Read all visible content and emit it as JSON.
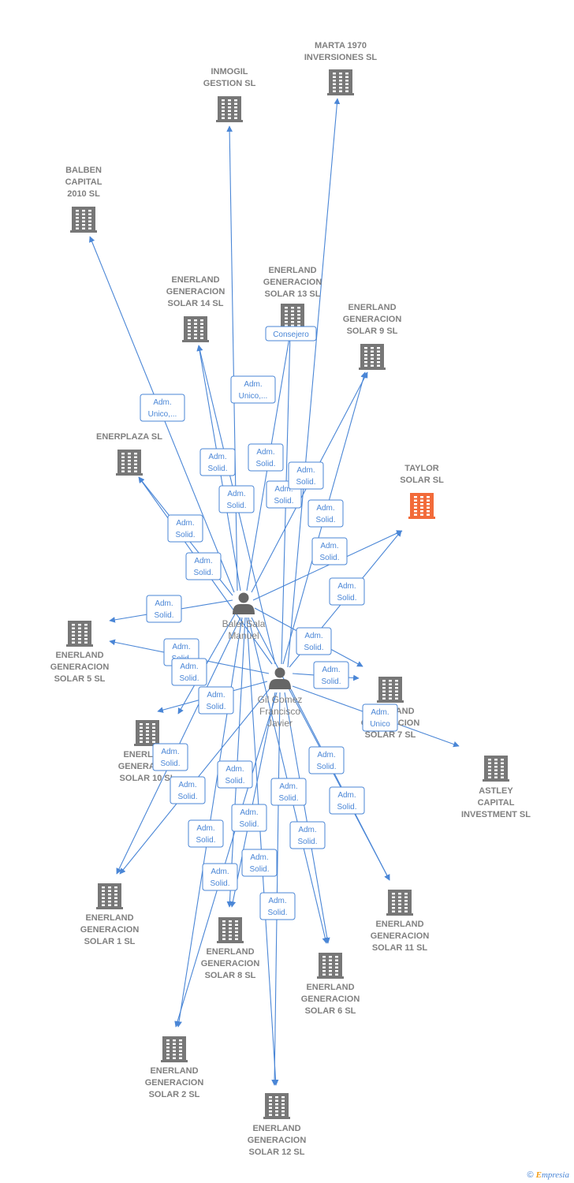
{
  "colors": {
    "edge": "#4a86d6",
    "building": "#777777",
    "building_highlight": "#f26b3a",
    "person": "#666666"
  },
  "persons": [
    {
      "id": "balet",
      "lines": [
        "Balet Sala",
        "Manuel"
      ]
    },
    {
      "id": "gil",
      "lines": [
        "Gil Gomez",
        "Francisco",
        "Javier"
      ]
    }
  ],
  "companies": [
    {
      "id": "marta",
      "lines": [
        "MARTA 1970",
        "INVERSIONES SL"
      ]
    },
    {
      "id": "inmogil",
      "lines": [
        "INMOGIL",
        "GESTION SL"
      ]
    },
    {
      "id": "balben",
      "lines": [
        "BALBEN",
        "CAPITAL",
        "2010 SL"
      ]
    },
    {
      "id": "s14",
      "lines": [
        "ENERLAND",
        "GENERACION",
        "SOLAR 14  SL"
      ]
    },
    {
      "id": "s13",
      "lines": [
        "ENERLAND",
        "GENERACION",
        "SOLAR 13  SL"
      ]
    },
    {
      "id": "s9",
      "lines": [
        "ENERLAND",
        "GENERACION",
        "SOLAR 9  SL"
      ]
    },
    {
      "id": "enerplaza",
      "lines": [
        "ENERPLAZA SL"
      ]
    },
    {
      "id": "taylor",
      "lines": [
        "TAYLOR",
        "SOLAR  SL"
      ],
      "highlight": true
    },
    {
      "id": "s5",
      "lines": [
        "ENERLAND",
        "GENERACION",
        "SOLAR 5  SL"
      ]
    },
    {
      "id": "s7",
      "lines": [
        "ENERLAND",
        "GENERACION",
        "SOLAR 7  SL"
      ]
    },
    {
      "id": "s10",
      "lines": [
        "ENERLAND",
        "GENERACION",
        "SOLAR 10  SL"
      ]
    },
    {
      "id": "astley",
      "lines": [
        "ASTLEY",
        "CAPITAL",
        "INVESTMENT SL"
      ]
    },
    {
      "id": "s1",
      "lines": [
        "ENERLAND",
        "GENERACION",
        "SOLAR 1  SL"
      ]
    },
    {
      "id": "s11",
      "lines": [
        "ENERLAND",
        "GENERACION",
        "SOLAR 11  SL"
      ]
    },
    {
      "id": "s8",
      "lines": [
        "ENERLAND",
        "GENERACION",
        "SOLAR 8  SL"
      ]
    },
    {
      "id": "s6",
      "lines": [
        "ENERLAND",
        "GENERACION",
        "SOLAR 6  SL"
      ]
    },
    {
      "id": "s2",
      "lines": [
        "ENERLAND",
        "GENERACION",
        "SOLAR 2  SL"
      ]
    },
    {
      "id": "s12",
      "lines": [
        "ENERLAND",
        "GENERACION",
        "SOLAR 12  SL"
      ]
    }
  ],
  "relations": [
    {
      "from": "balet",
      "to": "balben",
      "label": [
        "Adm.",
        "Unico,..."
      ]
    },
    {
      "from": "balet",
      "to": "inmogil",
      "label": [
        "Adm.",
        "Unico,..."
      ]
    },
    {
      "from": "gil",
      "to": "marta",
      "label": [
        "Consejero"
      ]
    },
    {
      "from": "balet",
      "to": "s14",
      "label": [
        "Adm.",
        "Solid."
      ]
    },
    {
      "from": "gil",
      "to": "s14",
      "label": [
        "Adm.",
        "Solid."
      ]
    },
    {
      "from": "balet",
      "to": "s13",
      "label": [
        "Adm.",
        "Solid."
      ]
    },
    {
      "from": "gil",
      "to": "s13",
      "label": [
        "Adm.",
        "Solid."
      ]
    },
    {
      "from": "balet",
      "to": "s9",
      "label": [
        "Adm.",
        "Solid."
      ]
    },
    {
      "from": "gil",
      "to": "s9",
      "label": [
        "Adm.",
        "Solid."
      ]
    },
    {
      "from": "balet",
      "to": "enerplaza",
      "label": [
        "Adm.",
        "Solid."
      ]
    },
    {
      "from": "gil",
      "to": "enerplaza",
      "label": [
        "Adm.",
        "Solid."
      ]
    },
    {
      "from": "balet",
      "to": "taylor",
      "label": [
        "Adm.",
        "Solid."
      ]
    },
    {
      "from": "gil",
      "to": "taylor",
      "label": [
        "Adm.",
        "Solid."
      ]
    },
    {
      "from": "balet",
      "to": "s5",
      "label": [
        "Adm.",
        "Solid."
      ]
    },
    {
      "from": "gil",
      "to": "s5",
      "label": [
        "Adm.",
        "Solid."
      ]
    },
    {
      "from": "balet",
      "to": "s7",
      "label": [
        "Adm.",
        "Solid."
      ]
    },
    {
      "from": "gil",
      "to": "s7",
      "label": [
        "Adm.",
        "Solid."
      ]
    },
    {
      "from": "balet",
      "to": "s10",
      "label": [
        "Adm.",
        "Solid."
      ]
    },
    {
      "from": "gil",
      "to": "s10",
      "label": [
        "Adm.",
        "Solid."
      ]
    },
    {
      "from": "gil",
      "to": "astley",
      "label": [
        "Adm.",
        "Unico"
      ]
    },
    {
      "from": "balet",
      "to": "s1",
      "label": [
        "Adm.",
        "Solid."
      ]
    },
    {
      "from": "gil",
      "to": "s1",
      "label": [
        "Adm.",
        "Solid."
      ]
    },
    {
      "from": "balet",
      "to": "s11",
      "label": [
        "Adm.",
        "Solid."
      ]
    },
    {
      "from": "gil",
      "to": "s11",
      "label": [
        "Adm.",
        "Solid."
      ]
    },
    {
      "from": "balet",
      "to": "s8",
      "label": [
        "Adm.",
        "Solid."
      ]
    },
    {
      "from": "gil",
      "to": "s8",
      "label": [
        "Adm.",
        "Solid."
      ]
    },
    {
      "from": "balet",
      "to": "s6",
      "label": [
        "Adm.",
        "Solid."
      ]
    },
    {
      "from": "gil",
      "to": "s6",
      "label": [
        "Adm.",
        "Solid."
      ]
    },
    {
      "from": "balet",
      "to": "s2",
      "label": [
        "Adm.",
        "Solid."
      ]
    },
    {
      "from": "gil",
      "to": "s2",
      "label": [
        "Adm.",
        "Solid."
      ]
    },
    {
      "from": "balet",
      "to": "s12",
      "label": [
        "Adm.",
        "Solid."
      ]
    },
    {
      "from": "gil",
      "to": "s12",
      "label": [
        "Adm.",
        "Solid."
      ]
    }
  ],
  "footer": {
    "copyright_symbol": "©",
    "brand_initial": "E",
    "brand_rest": "mpresia"
  }
}
